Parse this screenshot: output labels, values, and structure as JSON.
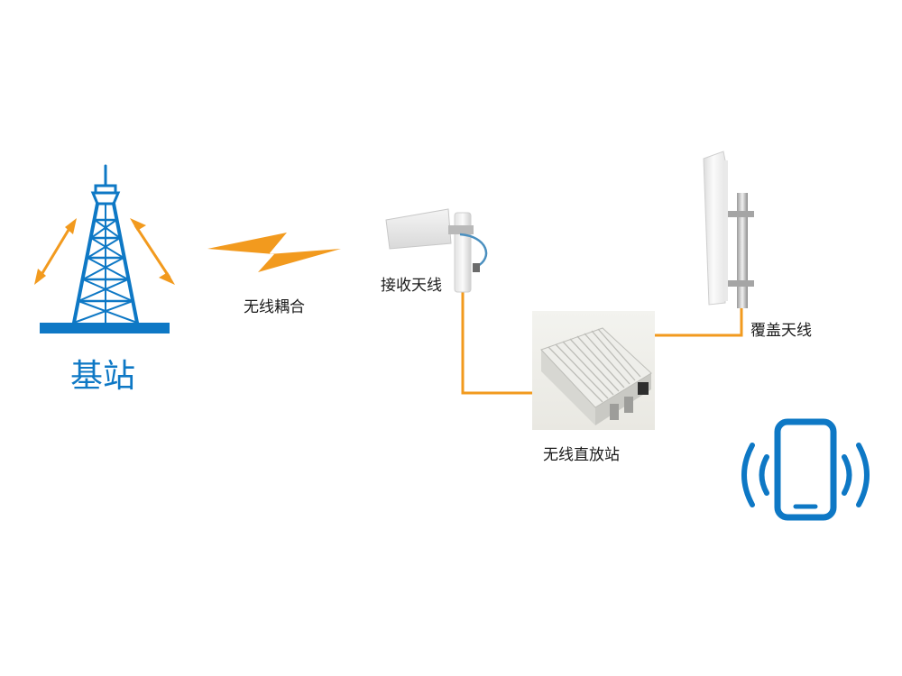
{
  "diagram": {
    "base_station": {
      "label": "基站",
      "icon": "cell-tower-icon",
      "color": "#0e78c5"
    },
    "wireless_coupling": {
      "label": "无线耦合",
      "icon": "lightning-signal-icon",
      "color": "#f29a1e"
    },
    "receive_antenna": {
      "label": "接收天线",
      "icon": "yagi-antenna-icon"
    },
    "repeater": {
      "label": "无线直放站",
      "icon": "repeater-unit-icon"
    },
    "coverage_antenna": {
      "label": "覆盖天线",
      "icon": "panel-antenna-icon"
    },
    "mobile_phone": {
      "icon": "smartphone-signal-icon",
      "color": "#0e78c5"
    },
    "cable_color": "#f29a1e",
    "signal_arrow_color": "#f29a1e"
  }
}
